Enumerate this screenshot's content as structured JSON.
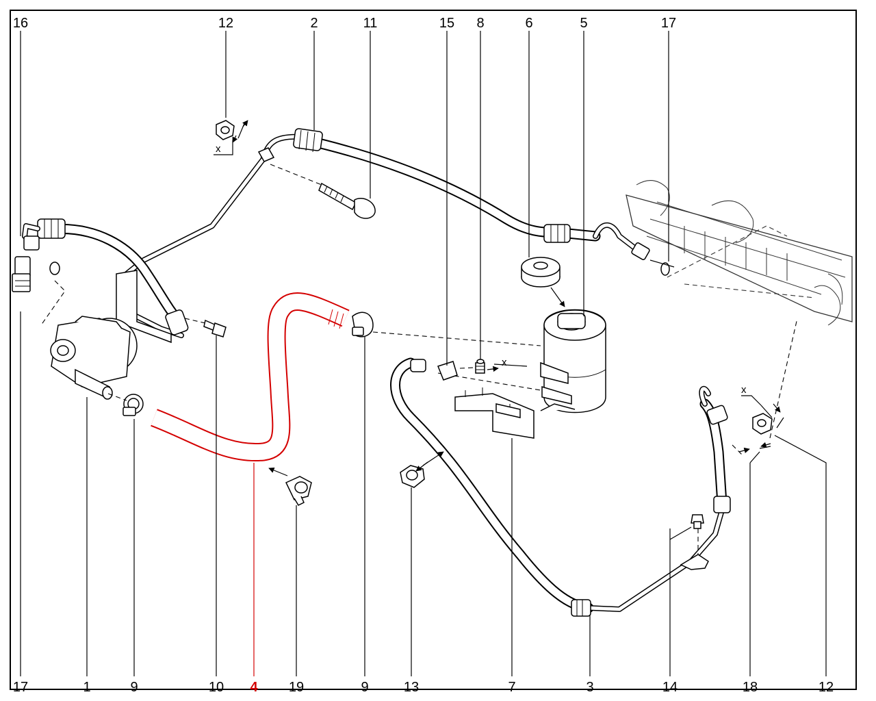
{
  "diagram": {
    "top_labels": [
      "16",
      "12",
      "2",
      "11",
      "15",
      "8",
      "6",
      "5",
      "17"
    ],
    "bottom_labels": [
      "17",
      "1",
      "9",
      "10",
      "4",
      "19",
      "9",
      "13",
      "7",
      "3",
      "14",
      "18",
      "12"
    ],
    "highlighted_label": "4",
    "dimension_marks": [
      "x",
      "x",
      "x"
    ],
    "highlight_color": "#d40000",
    "line_color": "#000000",
    "background_color": "#ffffff"
  }
}
